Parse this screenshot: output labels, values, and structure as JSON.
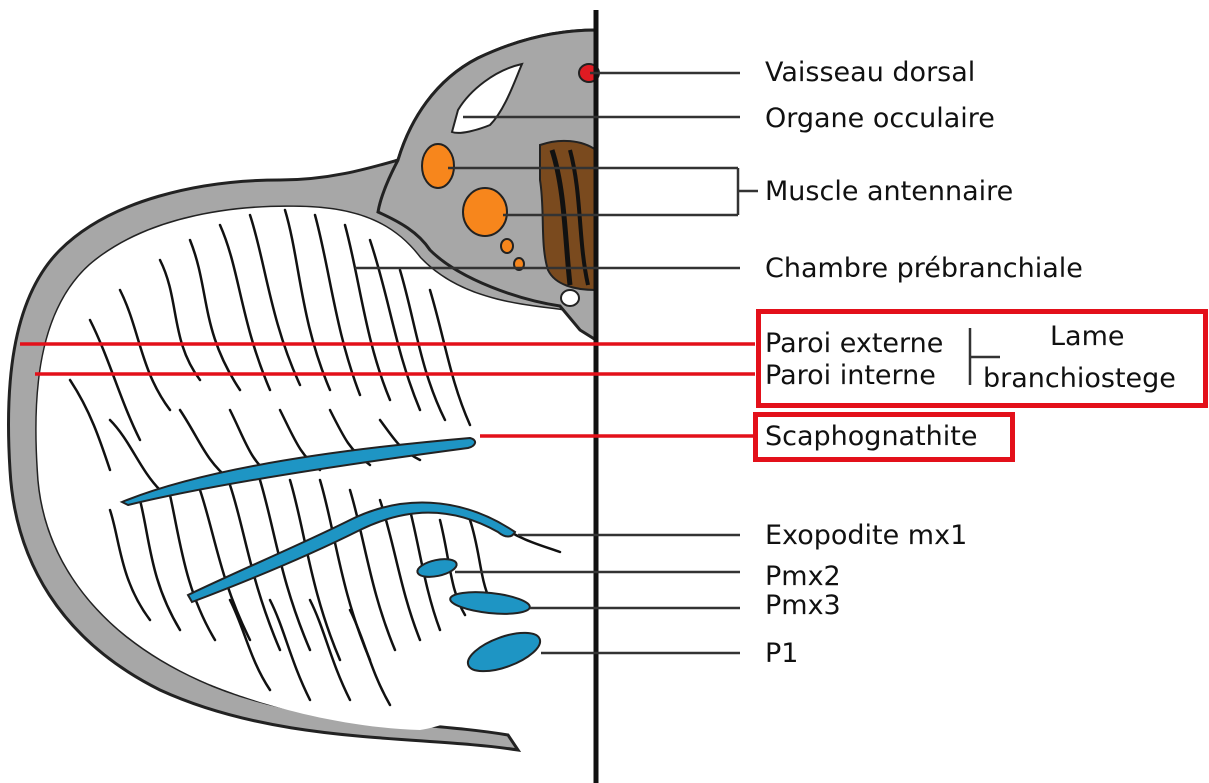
{
  "labels": {
    "vaisseau_dorsal": "Vaisseau dorsal",
    "organe_occulaire": "Organe occulaire",
    "muscle_antennaire": "Muscle antennaire",
    "chambre_prebranchiale": "Chambre prébranchiale",
    "paroi_externe": "Paroi externe",
    "paroi_interne": "Paroi interne",
    "lame": "Lame",
    "branchiostege": "branchiostege",
    "scaphognathite": "Scaphognathite",
    "exopodite_mx1": "Exopodite mx1",
    "pmx2": "Pmx2",
    "pmx3": "Pmx3",
    "p1": "P1"
  },
  "colors": {
    "highlight": "#e3101a",
    "appendage": "#1e95c4",
    "muscle": "#f7861c",
    "brain": "#7a4a1e",
    "carapace": "#a7a7a7",
    "vessel": "#e01b22"
  }
}
